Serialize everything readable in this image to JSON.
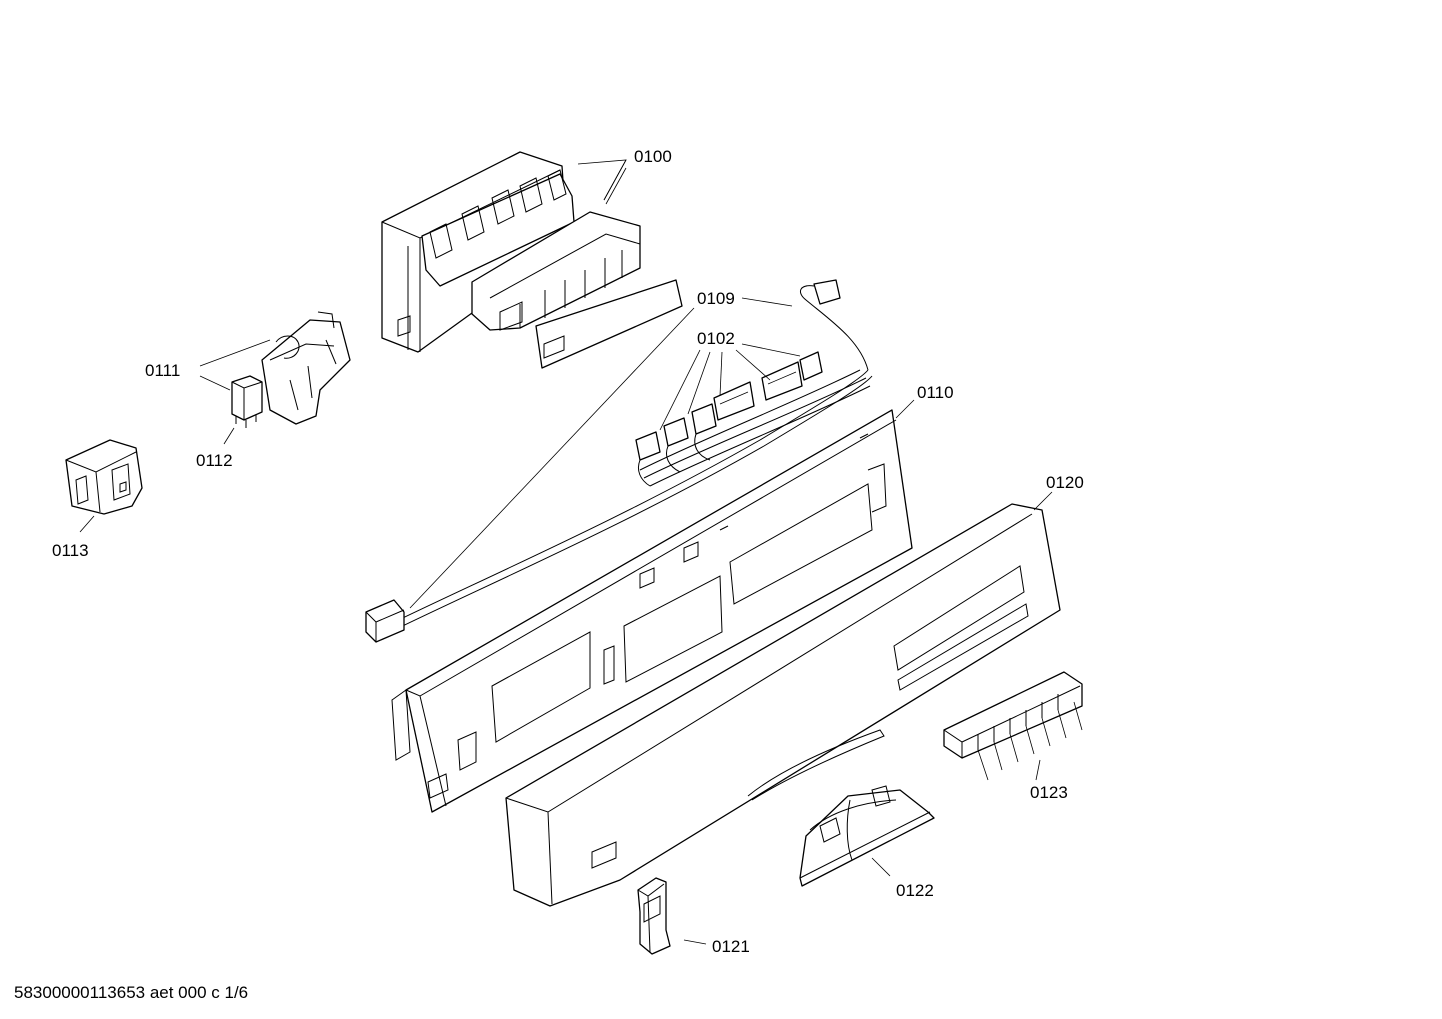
{
  "callouts": [
    {
      "id": "0100",
      "text": "0100"
    },
    {
      "id": "0109",
      "text": "0109"
    },
    {
      "id": "0102",
      "text": "0102"
    },
    {
      "id": "0110",
      "text": "0110"
    },
    {
      "id": "0111",
      "text": "0111"
    },
    {
      "id": "0112",
      "text": "0112"
    },
    {
      "id": "0113",
      "text": "0113"
    },
    {
      "id": "0120",
      "text": "0120"
    },
    {
      "id": "0121",
      "text": "0121"
    },
    {
      "id": "0122",
      "text": "0122"
    },
    {
      "id": "0123",
      "text": "0123"
    }
  ],
  "footer": {
    "text": "58300000113653 aet 000 c 1/6"
  }
}
